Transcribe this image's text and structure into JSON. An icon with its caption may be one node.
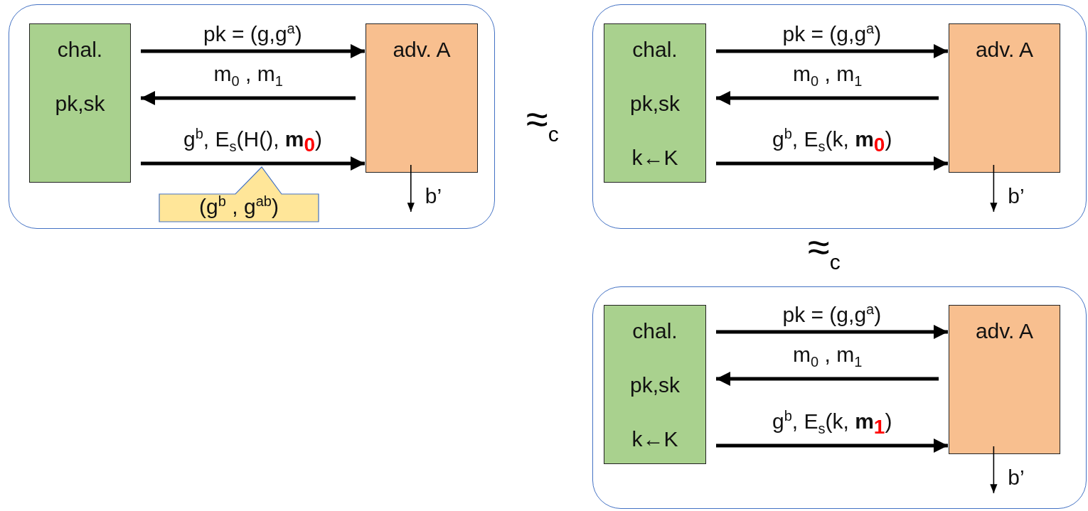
{
  "diagram": {
    "nodes": [
      {
        "text": [],
        "shape": "box"
      },
      {
        "text": [
          "chal.",
          "pk,sk"
        ],
        "in": 0
      },
      {
        "text": [
          "adv. A"
        ],
        "in": 0
      },
      {
        "text": [
          "(g$^{b}$ , g$^{ab}$)"
        ],
        "in": 0
      },
      {
        "text": [],
        "shape": "box"
      },
      {
        "text": [
          "chal.",
          "pk,sk",
          "k←K"
        ],
        "in": 4
      },
      {
        "text": [
          "adv. A"
        ],
        "in": 4
      },
      {
        "text": [],
        "shape": "box"
      },
      {
        "text": [
          "chal.",
          "pk,sk",
          "k←K"
        ],
        "in": 7
      },
      {
        "text": [
          "adv. A"
        ],
        "in": 7
      }
    ],
    "edges": [
      {
        "from": 1,
        "to": 2,
        "arrow": "to",
        "label": "pk = (g,g$^{a}$)"
      },
      {
        "from": 2,
        "to": 1,
        "arrow": "to",
        "label": "m$_{0}$ , m$_{1}$"
      },
      {
        "from": 1,
        "to": 2,
        "arrow": "to",
        "label": "g$^{b}$,  E$_{s}$(H(), **m$_{0}$**)"
      },
      {
        "from": 2,
        "to": null,
        "arrow": "to",
        "label": "b’"
      },
      {
        "from": 5,
        "to": 6,
        "arrow": "to",
        "label": "pk = (g,g$^{a}$)"
      },
      {
        "from": 6,
        "to": 5,
        "arrow": "to",
        "label": "m$_{0}$ , m$_{1}$"
      },
      {
        "from": 5,
        "to": 6,
        "arrow": "to",
        "label": "g$^{b}$,  E$_{s}$(k, **m$_{0}$**)"
      },
      {
        "from": 6,
        "to": null,
        "arrow": "to",
        "label": "b’"
      },
      {
        "from": 8,
        "to": 9,
        "arrow": "to",
        "label": "pk = (g,g$^{a}$)"
      },
      {
        "from": 9,
        "to": 8,
        "arrow": "to",
        "label": "m$_{0}$ , m$_{1}$"
      },
      {
        "from": 8,
        "to": 9,
        "arrow": "to",
        "label": "g$^{b}$,  E$_{s}$(k, **m$_{1}$**)"
      },
      {
        "from": 9,
        "to": null,
        "arrow": "to",
        "label": "b’"
      }
    ],
    "labels": [
      "≈$_{c}$",
      "≈$_{c}$"
    ]
  }
}
